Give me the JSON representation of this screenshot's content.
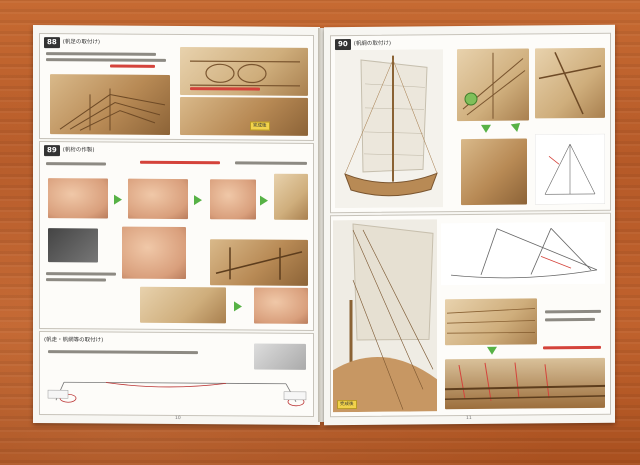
{
  "left_page": {
    "steps": [
      {
        "number": "88",
        "title": "(帆足の取付け)"
      },
      {
        "number": "89",
        "title": "(帆桁の作製)"
      }
    ],
    "subsection_title": "(帆走・帆綱等の取付け)",
    "badge": "完成後",
    "page_number": "10"
  },
  "right_page": {
    "steps": [
      {
        "number": "90",
        "title": "(帆綱の取付け)"
      }
    ],
    "badge": "完成後",
    "page_number": "11"
  }
}
